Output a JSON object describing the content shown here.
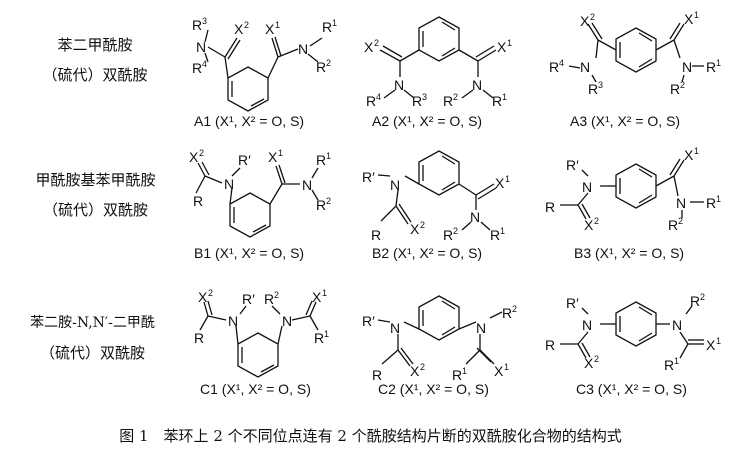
{
  "rows": [
    {
      "label_line1": "苯二甲酰胺",
      "label_line2": "（硫代）双酰胺"
    },
    {
      "label_line1": "甲酰胺基苯甲酰胺",
      "label_line2": "（硫代）双酰胺"
    },
    {
      "label_line1": "苯二胺-N,N′-二甲酰",
      "label_line2": "（硫代）双酰胺"
    }
  ],
  "compounds": [
    {
      "id": "A1",
      "caption": "A1 (X¹, X² = O, S)"
    },
    {
      "id": "A2",
      "caption": "A2 (X¹, X² = O, S)"
    },
    {
      "id": "A3",
      "caption": "A3 (X¹, X² = O, S)"
    },
    {
      "id": "B1",
      "caption": "B1 (X¹, X² = O, S)"
    },
    {
      "id": "B2",
      "caption": "B2 (X¹, X² = O, S)"
    },
    {
      "id": "B3",
      "caption": "B3 (X¹, X² = O, S)"
    },
    {
      "id": "C1",
      "caption": "C1 (X¹, X² = O, S)"
    },
    {
      "id": "C2",
      "caption": "C2 (X¹, X² = O, S)"
    },
    {
      "id": "C3",
      "caption": "C3 (X¹, X² = O, S)"
    }
  ],
  "atoms": {
    "N": "N",
    "X": "X",
    "R": "R",
    "Rp": "R′",
    "one": "1",
    "two": "2",
    "three": "3",
    "four": "4"
  },
  "figure_caption": "图 1　苯环上 2 个不同位点连有 2 个酰胺结构片断的双酰胺化合物的结构式"
}
